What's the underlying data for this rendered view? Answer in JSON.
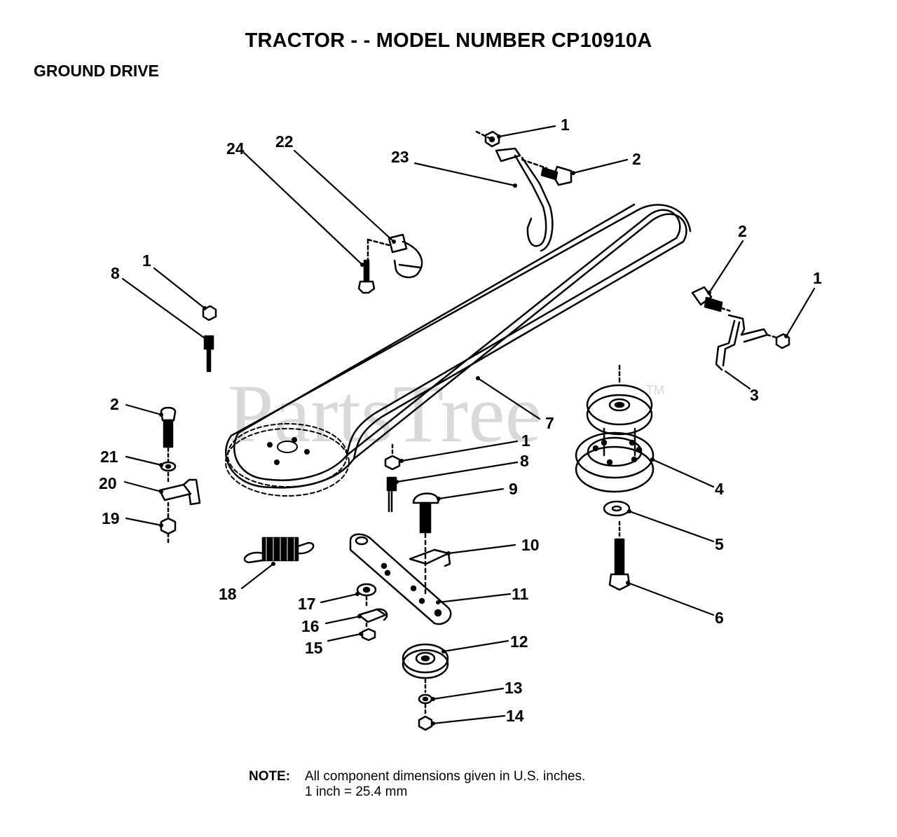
{
  "header": {
    "title": "TRACTOR - - MODEL NUMBER CP10910A",
    "section": "GROUND DRIVE"
  },
  "watermark": {
    "brand": "PartsTree",
    "trademark": "TM"
  },
  "callouts": {
    "c1_top": "1",
    "c2_top": "2",
    "c23": "23",
    "c22": "22",
    "c24": "24",
    "c2_right": "2",
    "c1_right": "1",
    "c3": "3",
    "c1_left": "1",
    "c8_left": "8",
    "c7": "7",
    "c2_left": "2",
    "c21": "21",
    "c20": "20",
    "c19": "19",
    "c1_mid": "1",
    "c8_mid": "8",
    "c9": "9",
    "c10": "10",
    "c4": "4",
    "c5": "5",
    "c6": "6",
    "c11": "11",
    "c12": "12",
    "c18": "18",
    "c17": "17",
    "c16": "16",
    "c15": "15",
    "c13": "13",
    "c14": "14"
  },
  "note": {
    "label": "NOTE:",
    "line1": "All component dimensions given in U.S. inches.",
    "line2": "1 inch = 25.4 mm"
  }
}
